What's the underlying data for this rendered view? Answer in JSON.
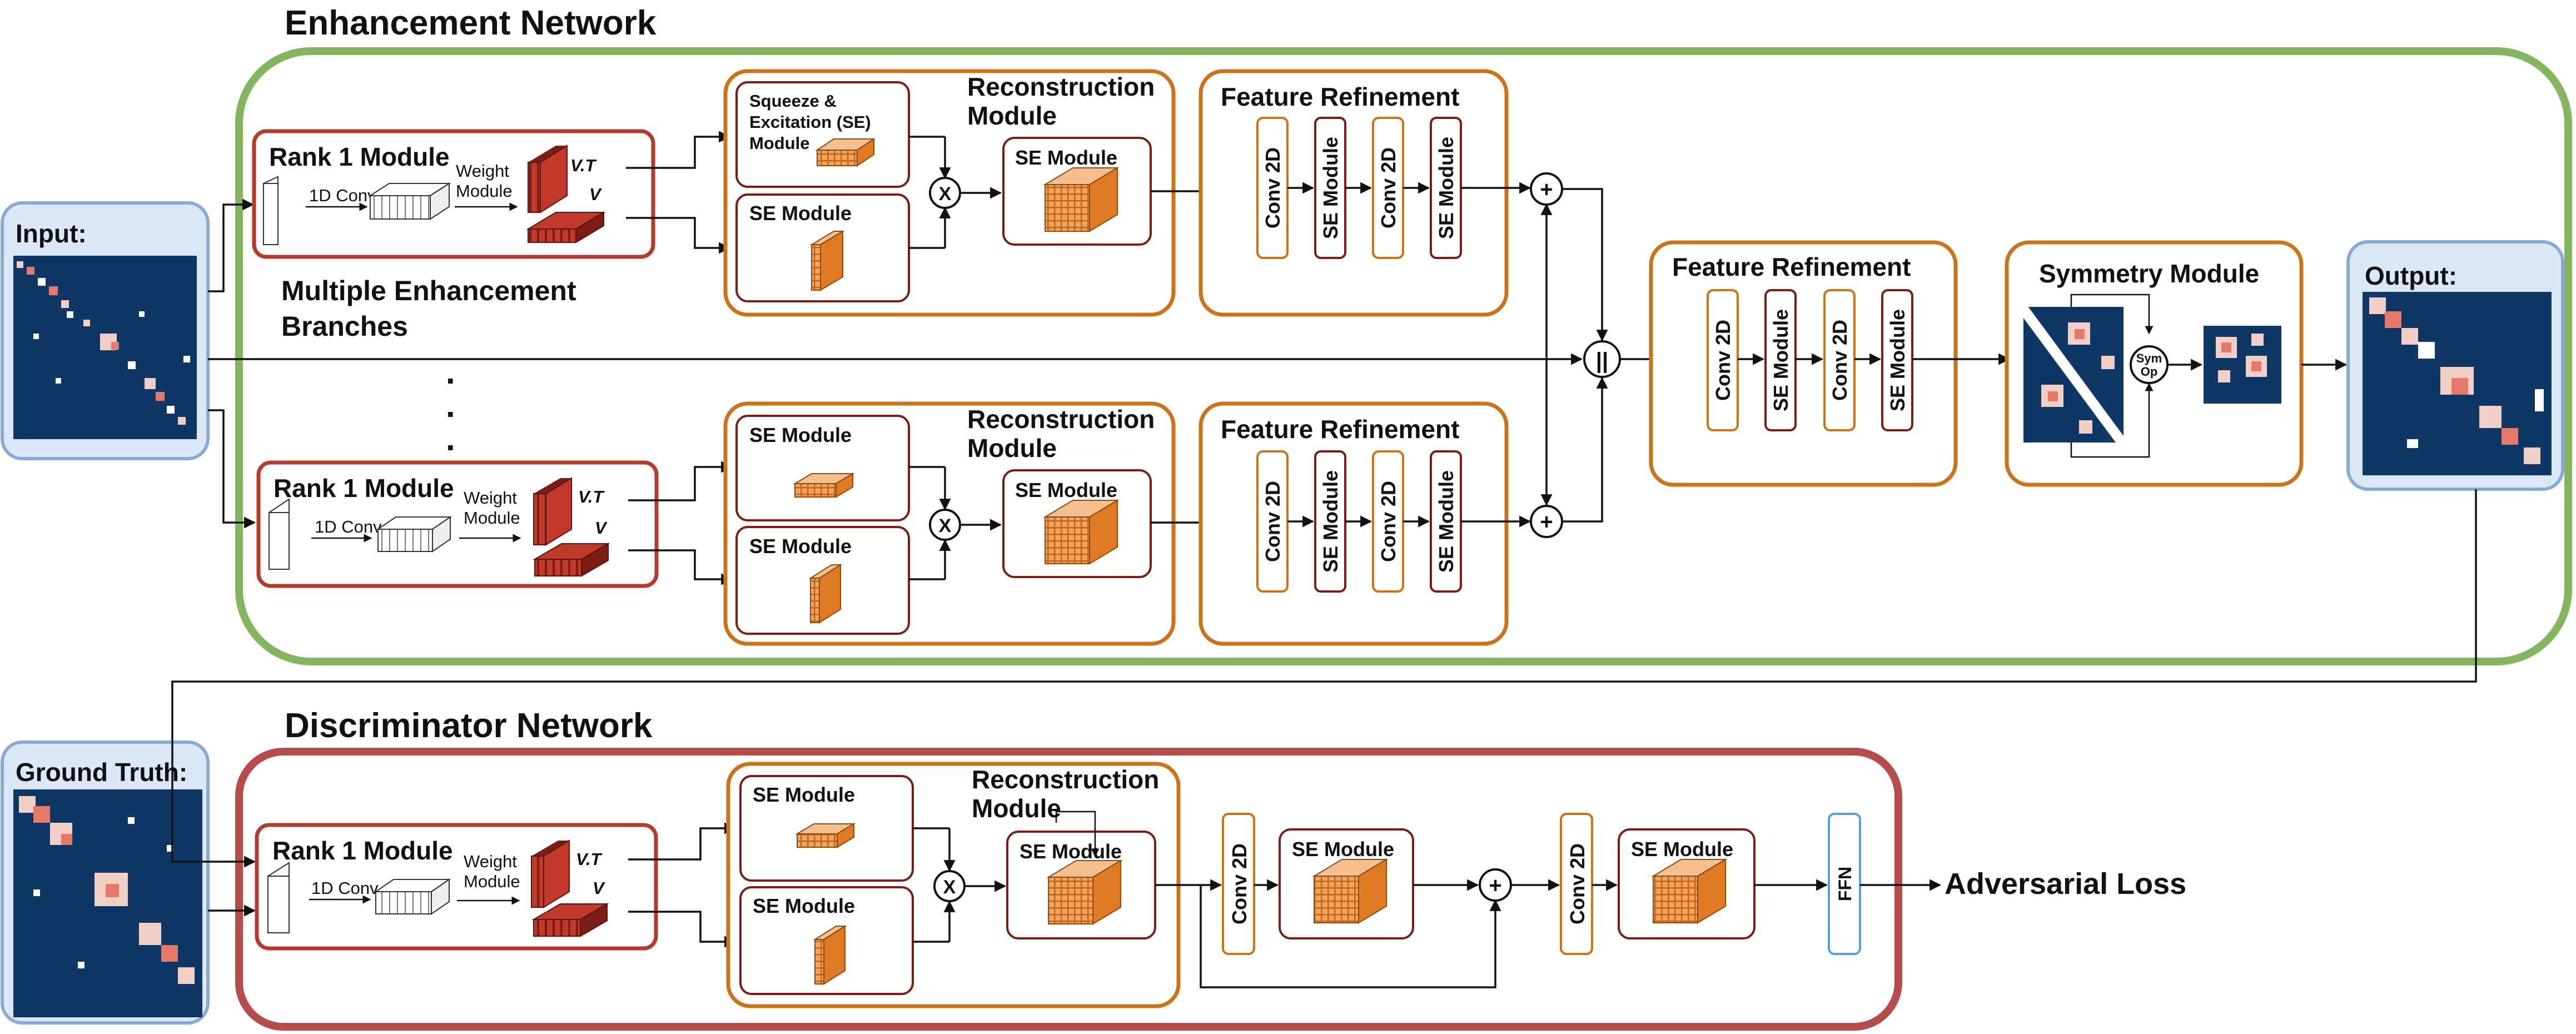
{
  "titles": {
    "enhancement": "Enhancement Network",
    "discriminator": "Discriminator Network"
  },
  "labels": {
    "input": "Input:",
    "output": "Output:",
    "ground_truth": "Ground Truth:",
    "multiple_branches_1": "Multiple Enhancement",
    "multiple_branches_2": "Branches",
    "adversarial_loss": "Adversarial Loss"
  },
  "modules": {
    "rank1": "Rank 1 Module",
    "conv1d": "1D Conv",
    "weight_1": "Weight",
    "weight_2": "Module",
    "vt": "V.T",
    "v": "V",
    "se_module": "SE Module",
    "squeeze_1": "Squeeze &",
    "squeeze_2": "Excitation (SE)",
    "squeeze_3": "Module",
    "reconstruction_1": "Reconstruction",
    "reconstruction_2": "Module",
    "feature_refinement": "Feature Refinement",
    "conv2d": "Conv 2D",
    "symmetry": "Symmetry Module",
    "sym_op_1": "Sym",
    "sym_op_2": "Op",
    "ffn": "FFN",
    "multiply": "X",
    "plus": "+",
    "concat": "||",
    "dot": "."
  },
  "colors": {
    "enhancement_border": "#86b560",
    "discriminator_border": "#b64c4c",
    "orange_border": "#cc7319",
    "red_border": "#b43a2c",
    "blue_border": "#8aaad6",
    "blue_fill": "#dce8f7",
    "heatmap_bg": "#0e3766",
    "ffn_border": "#5a9fd8"
  }
}
